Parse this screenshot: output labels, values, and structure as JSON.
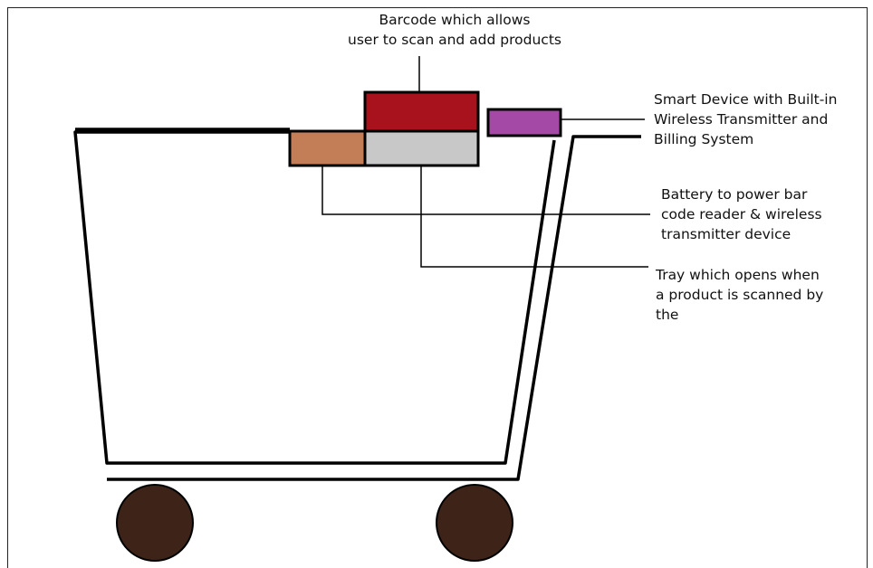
{
  "colors": {
    "barcode": "#a8121c",
    "smart_device": "#a44aa6",
    "battery": "#c47e57",
    "tray": "#c8c8c8",
    "wheel": "#3d2318",
    "outline": "#000000"
  },
  "labels": {
    "barcode": [
      "Barcode which allows",
      "user to scan and add products"
    ],
    "smart_device": [
      "Smart Device with Built-in",
      "Wireless Transmitter and",
      "Billing System"
    ],
    "battery": [
      "Battery to power bar",
      "code reader & wireless",
      "transmitter device"
    ],
    "tray": [
      "Tray which opens when",
      "a product is scanned by",
      "the"
    ]
  }
}
